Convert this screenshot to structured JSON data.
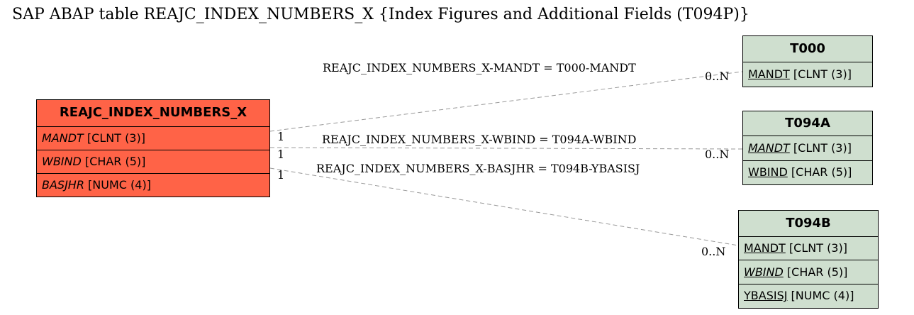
{
  "title": "SAP ABAP table REAJC_INDEX_NUMBERS_X {Index Figures and Additional Fields (T094P)}",
  "colors": {
    "main_entity": "#ff6347",
    "ref_entity": "#cfdfcf",
    "line": "#999999"
  },
  "main_table": {
    "name": "REAJC_INDEX_NUMBERS_X",
    "fields": [
      {
        "name": "MANDT",
        "type": "[CLNT (3)]"
      },
      {
        "name": "WBIND",
        "type": "[CHAR (5)]"
      },
      {
        "name": "BASJHR",
        "type": "[NUMC (4)]"
      }
    ]
  },
  "t000": {
    "name": "T000",
    "fields": [
      {
        "name": "MANDT",
        "type": "[CLNT (3)]"
      }
    ]
  },
  "t094a": {
    "name": "T094A",
    "fields": [
      {
        "name": "MANDT",
        "type": "[CLNT (3)]"
      },
      {
        "name": "WBIND",
        "type": "[CHAR (5)]"
      }
    ]
  },
  "t094b": {
    "name": "T094B",
    "fields": [
      {
        "name": "MANDT",
        "type": "[CLNT (3)]"
      },
      {
        "name": "WBIND",
        "type": "[CHAR (5)]"
      },
      {
        "name": "YBASISJ",
        "type": "[NUMC (4)]"
      }
    ]
  },
  "relations": [
    {
      "label": "REAJC_INDEX_NUMBERS_X-MANDT = T000-MANDT",
      "from_card": "1",
      "to_card": "0..N"
    },
    {
      "label": "REAJC_INDEX_NUMBERS_X-WBIND = T094A-WBIND",
      "from_card": "1",
      "to_card": "0..N"
    },
    {
      "label": "REAJC_INDEX_NUMBERS_X-BASJHR = T094B-YBASISJ",
      "from_card": "1",
      "to_card": "0..N"
    }
  ]
}
